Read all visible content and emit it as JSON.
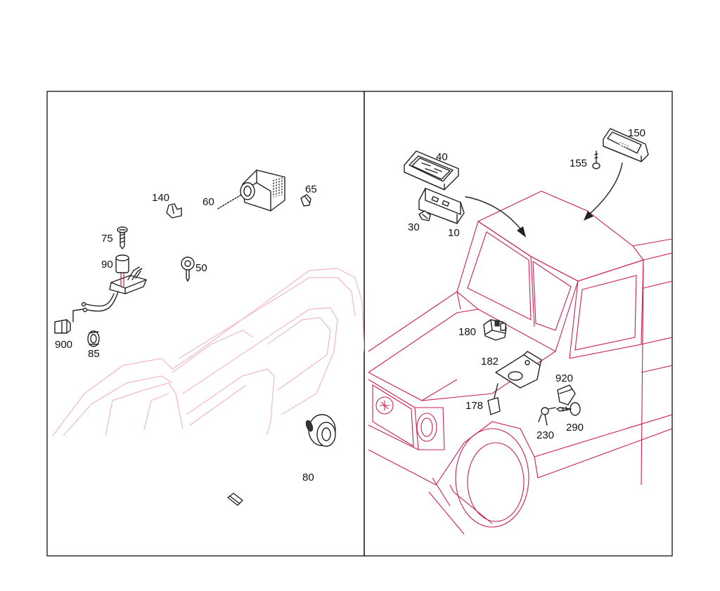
{
  "accent_color": "#cc1f55",
  "ghost_color": "#f0b8c8",
  "left_panel": {
    "labels": {
      "p140": "140",
      "p60": "60",
      "p65": "65",
      "p75": "75",
      "p90": "90",
      "p50": "50",
      "p900": "900",
      "p85": "85",
      "p80": "80"
    }
  },
  "right_panel": {
    "labels": {
      "p40": "40",
      "p150": "150",
      "p155": "155",
      "p30": "30",
      "p10": "10",
      "p180": "180",
      "p182": "182",
      "p920": "920",
      "p178": "178",
      "p230": "230",
      "p290": "290"
    }
  }
}
